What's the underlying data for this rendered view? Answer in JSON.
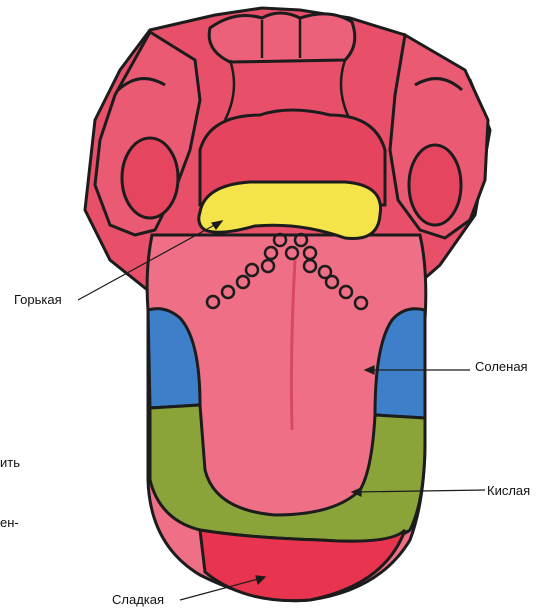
{
  "labels": {
    "bitter": "Горькая",
    "salty": "Соленая",
    "sour": "Кислая",
    "sweet": "Сладкая"
  },
  "side_text_fragments": [
    "ить",
    "ен-"
  ],
  "colors": {
    "tongue": "#e8506a",
    "tongue_light": "#ee6f86",
    "outline": "#1c1c1c",
    "bitter_zone": "#f4e44a",
    "salty_zone": "#3d7fc9",
    "sour_zone": "#8aa43a",
    "sweet_zone": "#e8344e"
  }
}
